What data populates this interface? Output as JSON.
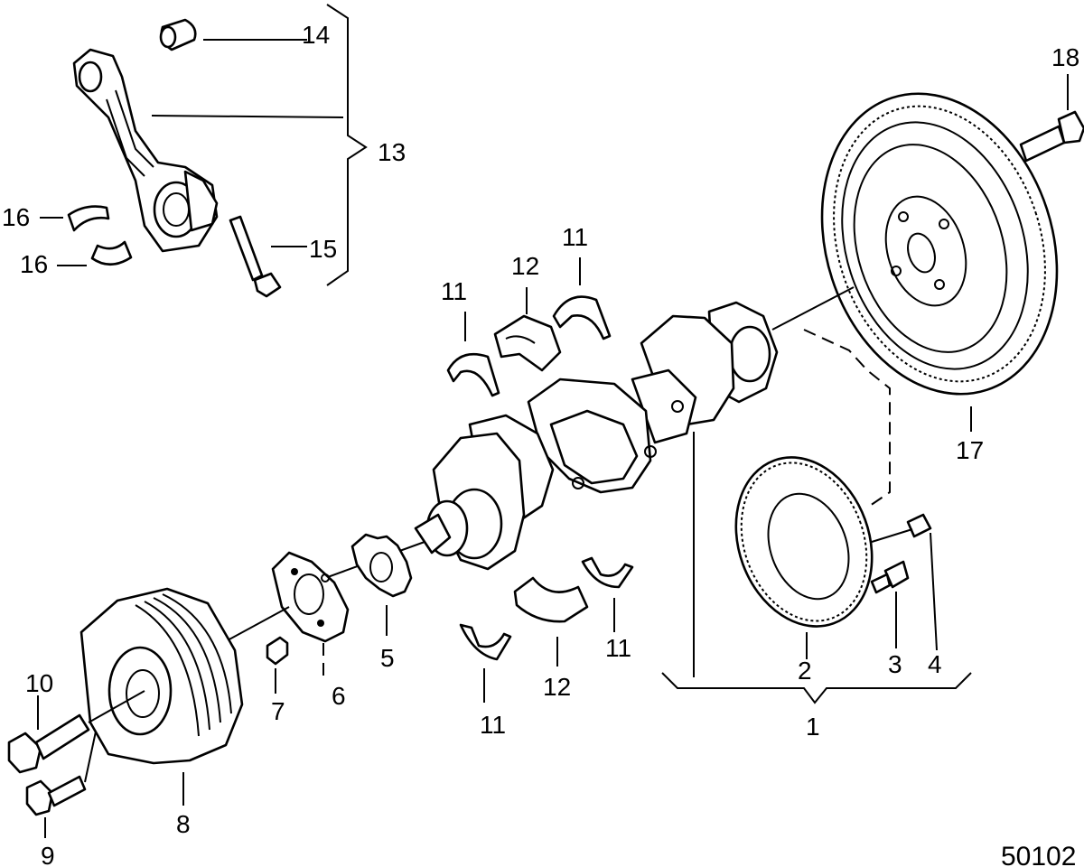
{
  "diagram": {
    "reference_number": "50102",
    "callouts": {
      "c1": "1",
      "c2": "2",
      "c3": "3",
      "c4": "4",
      "c5": "5",
      "c6": "6",
      "c7": "7",
      "c8": "8",
      "c9": "9",
      "c10": "10",
      "c11a": "11",
      "c11b": "11",
      "c11c": "11",
      "c11d": "11",
      "c12a": "12",
      "c12b": "12",
      "c13": "13",
      "c14": "14",
      "c15": "15",
      "c16a": "16",
      "c16b": "16",
      "c17": "17",
      "c18": "18"
    }
  }
}
